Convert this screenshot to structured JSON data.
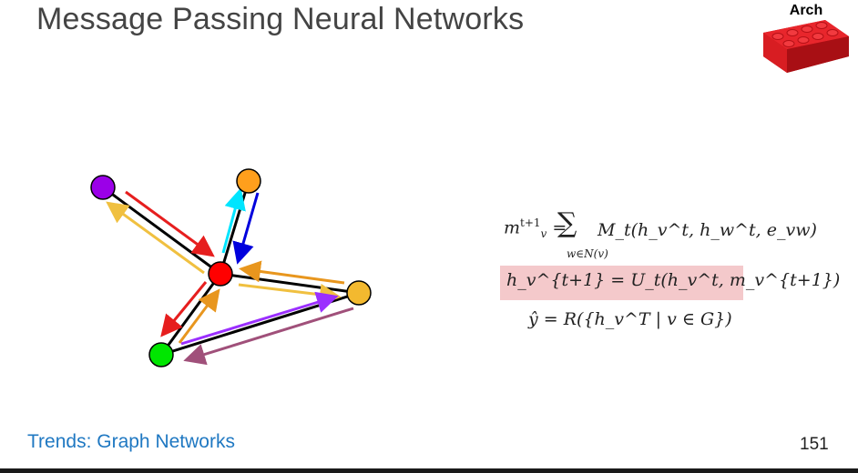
{
  "slide": {
    "title": "Message Passing Neural Networks",
    "badge_label": "Arch",
    "footer": "Trends: Graph Networks",
    "page_number": "151"
  },
  "graph": {
    "nodes": [
      {
        "id": "purple",
        "color": "#9b00e8"
      },
      {
        "id": "orange",
        "color": "#ff9f1c"
      },
      {
        "id": "center",
        "color": "#ff0000"
      },
      {
        "id": "gold",
        "color": "#f3b92f"
      },
      {
        "id": "green",
        "color": "#00e600"
      }
    ],
    "arrow_colors": [
      "#e61e1e",
      "#f0c040",
      "#00e5ff",
      "#0000dd",
      "#e8961e",
      "#9b2fff",
      "#a0507a"
    ]
  },
  "equations": {
    "eq1_left": "m",
    "eq1_left_sup": "t+1",
    "eq1_left_sub": "v",
    "eq1_sum_sub": "w∈N(v)",
    "eq1_right": "M_t(h_v^t, h_w^t, e_vw)",
    "eq2": "h_v^{t+1} = U_t(h_v^t, m_v^{t+1})",
    "eq3": "ŷ = R({h_v^T | v ∈ G})",
    "highlight_color": "#f4c9cb"
  }
}
